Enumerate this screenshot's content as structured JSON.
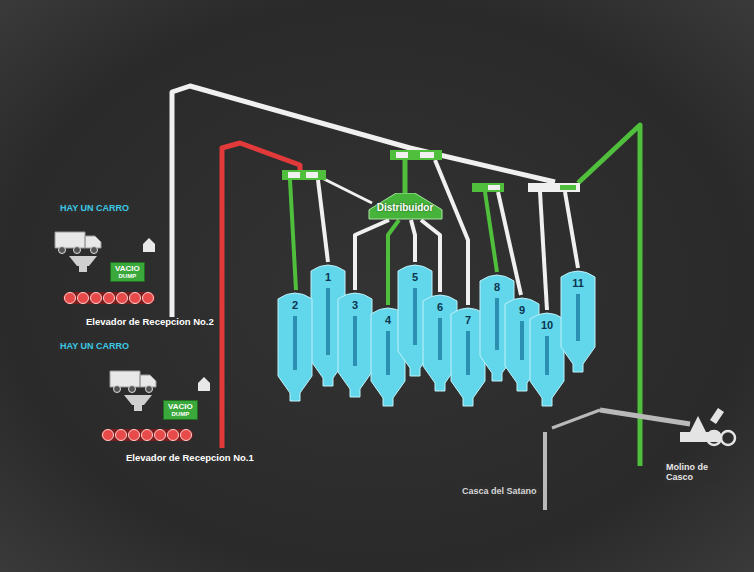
{
  "diagram": {
    "nodes": [
      {
        "text": [
          "VACIO",
          "DUMP"
        ]
      },
      {
        "text": [
          "VACIO",
          "DUMP"
        ]
      },
      {
        "text": [
          "Distribuidor"
        ]
      },
      {
        "text": [
          "1"
        ]
      },
      {
        "text": [
          "2"
        ]
      },
      {
        "text": [
          "3"
        ]
      },
      {
        "text": [
          "4"
        ]
      },
      {
        "text": [
          "5"
        ]
      },
      {
        "text": [
          "6"
        ]
      },
      {
        "text": [
          "7"
        ]
      },
      {
        "text": [
          "8"
        ]
      },
      {
        "text": [
          "9"
        ]
      },
      {
        "text": [
          "10"
        ]
      },
      {
        "text": [
          "11"
        ]
      }
    ],
    "edges": [
      {
        "from": 2,
        "to": 5,
        "arrow": "none"
      },
      {
        "from": 2,
        "to": 6,
        "arrow": "none"
      },
      {
        "from": 2,
        "to": 7,
        "arrow": "none"
      },
      {
        "from": 2,
        "to": 8,
        "arrow": "none"
      }
    ],
    "labels": [
      "HAY UN CARRO",
      "Elevador de Recepcion No.2",
      "HAY UN CARRO",
      "Elevador de Recepcion No.1",
      "Casca del Satano",
      "Molino de Casco"
    ]
  }
}
